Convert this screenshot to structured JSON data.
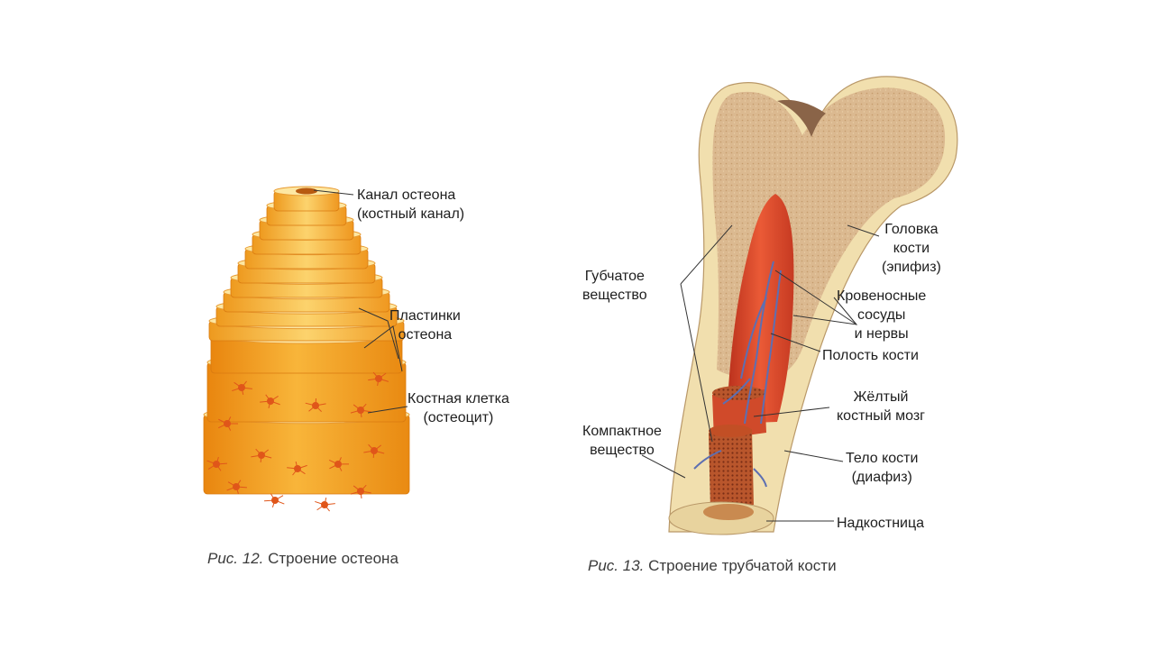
{
  "osteon": {
    "labels": {
      "canal_line1": "Канал остеона",
      "canal_line2": "(костный канал)",
      "plates_line1": "Пластинки",
      "plates_line2": "остеона",
      "cell_line1": "Костная клетка",
      "cell_line2": "(остеоцит)"
    },
    "caption_prefix": "Рис. 12.",
    "caption_text": "Строение остеона"
  },
  "bone": {
    "labels": {
      "head_line1": "Головка",
      "head_line2": "кости",
      "head_line3": "(эпифиз)",
      "spongy_line1": "Губчатое",
      "spongy_line2": "вещество",
      "vessels_line1": "Кровеносные",
      "vessels_line2": "сосуды",
      "vessels_line3": "и нервы",
      "cavity": "Полость кости",
      "marrow_line1": "Жёлтый",
      "marrow_line2": "костный мозг",
      "compact_line1": "Компактное",
      "compact_line2": "вещество",
      "body_line1": "Тело кости",
      "body_line2": "(диафиз)",
      "periosteum": "Надкостница"
    },
    "caption_prefix": "Рис. 13.",
    "caption_text": "Строение трубчатой кости"
  },
  "colors": {
    "osteon_orange": "#f3a01c",
    "osteon_ring": "#fde7a2",
    "bone_spongy": "#dbb990",
    "bone_compact": "#f1dfae",
    "marrow_red": "#d9462a",
    "vessel_blue": "#5d6fb2"
  }
}
